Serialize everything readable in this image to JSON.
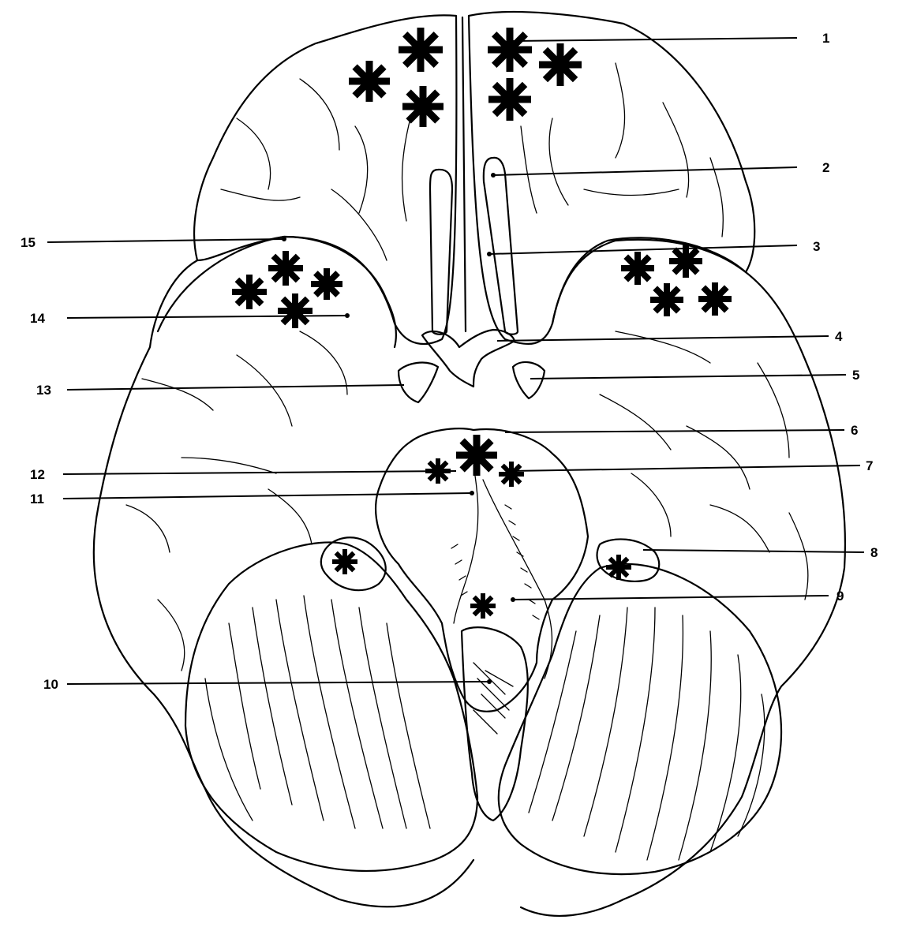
{
  "figure": {
    "labels": [
      "1",
      "2",
      "3",
      "4",
      "5",
      "6",
      "7",
      "8",
      "9",
      "10",
      "11",
      "12",
      "13",
      "14",
      "15"
    ]
  },
  "marker": {
    "symbol": "asterisk",
    "color": "#000000"
  }
}
